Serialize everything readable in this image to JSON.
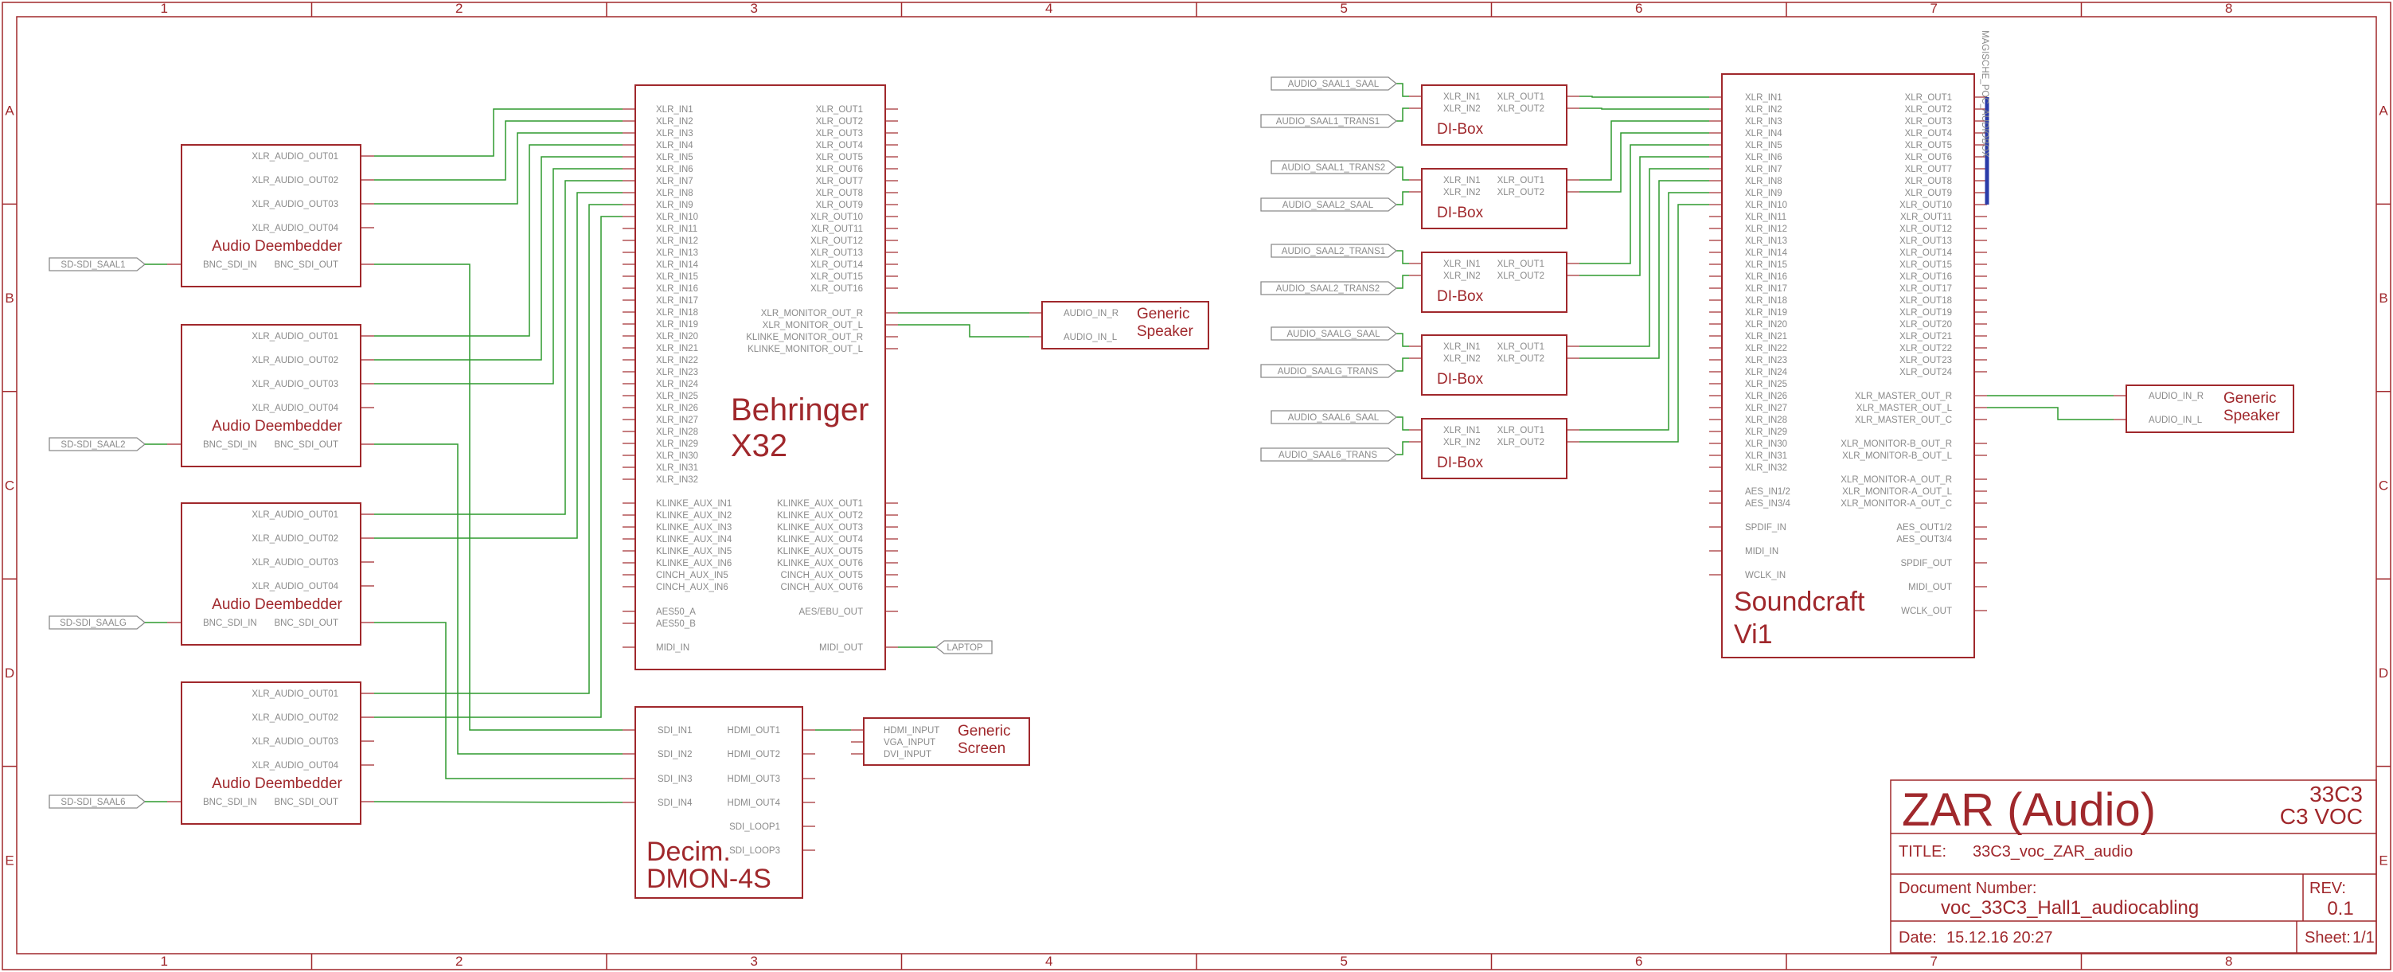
{
  "zones": {
    "columns": [
      "1",
      "2",
      "3",
      "4",
      "5",
      "6",
      "7",
      "8"
    ],
    "rows": [
      "A",
      "B",
      "C",
      "D",
      "E"
    ]
  },
  "embedders": [
    {
      "title": "Audio Deembedder",
      "outputs": [
        "XLR_AUDIO_OUT01",
        "XLR_AUDIO_OUT02",
        "XLR_AUDIO_OUT03",
        "XLR_AUDIO_OUT04"
      ],
      "in_pin": "BNC_SDI_IN",
      "out_pin": "BNC_SDI_OUT",
      "source": "SD-SDI_SAAL1"
    },
    {
      "title": "Audio Deembedder",
      "outputs": [
        "XLR_AUDIO_OUT01",
        "XLR_AUDIO_OUT02",
        "XLR_AUDIO_OUT03",
        "XLR_AUDIO_OUT04"
      ],
      "in_pin": "BNC_SDI_IN",
      "out_pin": "BNC_SDI_OUT",
      "source": "SD-SDI_SAAL2"
    },
    {
      "title": "Audio Deembedder",
      "outputs": [
        "XLR_AUDIO_OUT01",
        "XLR_AUDIO_OUT02",
        "XLR_AUDIO_OUT03",
        "XLR_AUDIO_OUT04"
      ],
      "in_pin": "BNC_SDI_IN",
      "out_pin": "BNC_SDI_OUT",
      "source": "SD-SDI_SAALG"
    },
    {
      "title": "Audio Deembedder",
      "outputs": [
        "XLR_AUDIO_OUT01",
        "XLR_AUDIO_OUT02",
        "XLR_AUDIO_OUT03",
        "XLR_AUDIO_OUT04"
      ],
      "in_pin": "BNC_SDI_IN",
      "out_pin": "BNC_SDI_OUT",
      "source": "SD-SDI_SAAL6"
    }
  ],
  "x32": {
    "title1": "Behringer",
    "title2": "X32",
    "inputs": [
      "XLR_IN1",
      "XLR_IN2",
      "XLR_IN3",
      "XLR_IN4",
      "XLR_IN5",
      "XLR_IN6",
      "XLR_IN7",
      "XLR_IN8",
      "XLR_IN9",
      "XLR_IN10",
      "XLR_IN11",
      "XLR_IN12",
      "XLR_IN13",
      "XLR_IN14",
      "XLR_IN15",
      "XLR_IN16",
      "XLR_IN17",
      "XLR_IN18",
      "XLR_IN19",
      "XLR_IN20",
      "XLR_IN21",
      "XLR_IN22",
      "XLR_IN23",
      "XLR_IN24",
      "XLR_IN25",
      "XLR_IN26",
      "XLR_IN27",
      "XLR_IN28",
      "XLR_IN29",
      "XLR_IN30",
      "XLR_IN31",
      "XLR_IN32"
    ],
    "outputs": [
      "XLR_OUT1",
      "XLR_OUT2",
      "XLR_OUT3",
      "XLR_OUT4",
      "XLR_OUT5",
      "XLR_OUT6",
      "XLR_OUT7",
      "XLR_OUT8",
      "XLR_OUT9",
      "XLR_OUT10",
      "XLR_OUT11",
      "XLR_OUT12",
      "XLR_OUT13",
      "XLR_OUT14",
      "XLR_OUT15",
      "XLR_OUT16"
    ],
    "monitor_outputs": [
      "XLR_MONITOR_OUT_R",
      "XLR_MONITOR_OUT_L",
      "KLINKE_MONITOR_OUT_R",
      "KLINKE_MONITOR_OUT_L"
    ],
    "aux_inputs": [
      "KLINKE_AUX_IN1",
      "KLINKE_AUX_IN2",
      "KLINKE_AUX_IN3",
      "KLINKE_AUX_IN4",
      "KLINKE_AUX_IN5",
      "KLINKE_AUX_IN6",
      "CINCH_AUX_IN5",
      "CINCH_AUX_IN6"
    ],
    "aux_outputs": [
      "KLINKE_AUX_OUT1",
      "KLINKE_AUX_OUT2",
      "KLINKE_AUX_OUT3",
      "KLINKE_AUX_OUT4",
      "KLINKE_AUX_OUT5",
      "KLINKE_AUX_OUT6",
      "CINCH_AUX_OUT5",
      "CINCH_AUX_OUT6"
    ],
    "aes_inputs": [
      "AES50_A",
      "AES50_B"
    ],
    "aes_output": "AES/EBU_OUT",
    "midi_in": "MIDI_IN",
    "midi_out": "MIDI_OUT",
    "laptop": "LAPTOP"
  },
  "speaker1": {
    "title1": "Generic",
    "title2": "Speaker",
    "pins": [
      "AUDIO_IN_R",
      "AUDIO_IN_L"
    ]
  },
  "screen": {
    "title1": "Generic",
    "title2": "Screen",
    "pins": [
      "HDMI_INPUT",
      "VGA_INPUT",
      "DVI_INPUT"
    ]
  },
  "dmon": {
    "title1": "Decim.",
    "title2": "DMON-4S",
    "inputs": [
      "SDI_IN1",
      "SDI_IN2",
      "SDI_IN3",
      "SDI_IN4"
    ],
    "outputs": [
      "HDMI_OUT1",
      "HDMI_OUT2",
      "HDMI_OUT3",
      "HDMI_OUT4",
      "SDI_LOOP1",
      "SDI_LOOP3"
    ]
  },
  "diboxes": [
    {
      "title": "DI-Box",
      "inputs": [
        "XLR_IN1",
        "XLR_IN2"
      ],
      "outputs": [
        "XLR_OUT1",
        "XLR_OUT2"
      ],
      "sources": [
        "AUDIO_SAAL1_SAAL",
        "AUDIO_SAAL1_TRANS1"
      ]
    },
    {
      "title": "DI-Box",
      "inputs": [
        "XLR_IN1",
        "XLR_IN2"
      ],
      "outputs": [
        "XLR_OUT1",
        "XLR_OUT2"
      ],
      "sources": [
        "AUDIO_SAAL1_TRANS2",
        "AUDIO_SAAL2_SAAL"
      ]
    },
    {
      "title": "DI-Box",
      "inputs": [
        "XLR_IN1",
        "XLR_IN2"
      ],
      "outputs": [
        "XLR_OUT1",
        "XLR_OUT2"
      ],
      "sources": [
        "AUDIO_SAAL2_TRANS1",
        "AUDIO_SAAL2_TRANS2"
      ]
    },
    {
      "title": "DI-Box",
      "inputs": [
        "XLR_IN1",
        "XLR_IN2"
      ],
      "outputs": [
        "XLR_OUT1",
        "XLR_OUT2"
      ],
      "sources": [
        "AUDIO_SAALG_SAAL",
        "AUDIO_SAALG_TRANS"
      ]
    },
    {
      "title": "DI-Box",
      "inputs": [
        "XLR_IN1",
        "XLR_IN2"
      ],
      "outputs": [
        "XLR_OUT1",
        "XLR_OUT2"
      ],
      "sources": [
        "AUDIO_SAAL6_SAAL",
        "AUDIO_SAAL6_TRANS"
      ]
    }
  ],
  "vi1": {
    "title1": "Soundcraft",
    "title2": "Vi1",
    "inputs": [
      "XLR_IN1",
      "XLR_IN2",
      "XLR_IN3",
      "XLR_IN4",
      "XLR_IN5",
      "XLR_IN6",
      "XLR_IN7",
      "XLR_IN8",
      "XLR_IN9",
      "XLR_IN10",
      "XLR_IN11",
      "XLR_IN12",
      "XLR_IN13",
      "XLR_IN14",
      "XLR_IN15",
      "XLR_IN16",
      "XLR_IN17",
      "XLR_IN18",
      "XLR_IN19",
      "XLR_IN20",
      "XLR_IN21",
      "XLR_IN22",
      "XLR_IN23",
      "XLR_IN24",
      "XLR_IN25",
      "XLR_IN26",
      "XLR_IN27",
      "XLR_IN28",
      "XLR_IN29",
      "XLR_IN30",
      "XLR_IN31",
      "XLR_IN32"
    ],
    "outputs": [
      "XLR_OUT1",
      "XLR_OUT2",
      "XLR_OUT3",
      "XLR_OUT4",
      "XLR_OUT5",
      "XLR_OUT6",
      "XLR_OUT7",
      "XLR_OUT8",
      "XLR_OUT9",
      "XLR_OUT10",
      "XLR_OUT11",
      "XLR_OUT12",
      "XLR_OUT13",
      "XLR_OUT14",
      "XLR_OUT15",
      "XLR_OUT16",
      "XLR_OUT17",
      "XLR_OUT18",
      "XLR_OUT19",
      "XLR_OUT20",
      "XLR_OUT21",
      "XLR_OUT22",
      "XLR_OUT23",
      "XLR_OUT24"
    ],
    "master_outputs": [
      "XLR_MASTER_OUT_R",
      "XLR_MASTER_OUT_L",
      "XLR_MASTER_OUT_C"
    ],
    "monitor_outputs": [
      "XLR_MONITOR-B_OUT_R",
      "XLR_MONITOR-B_OUT_L",
      "XLR_MONITOR-A_OUT_R",
      "XLR_MONITOR-A_OUT_L",
      "XLR_MONITOR-A_OUT_C"
    ],
    "aes_inputs": [
      "AES_IN1/2",
      "AES_IN3/4"
    ],
    "aes_outputs": [
      "AES_OUT1/2",
      "AES_OUT3/4"
    ],
    "spdif_in": "SPDIF_IN",
    "spdif_out": "SPDIF_OUT",
    "midi_in": "MIDI_IN",
    "midi_out": "MIDI_OUT",
    "wclk_in": "WCLK_IN",
    "wclk_out": "WCLK_OUT",
    "bus_label": "MAGISCHE_POC_AUDIOBOX"
  },
  "speaker2": {
    "title1": "Generic",
    "title2": "Speaker",
    "pins": [
      "AUDIO_IN_R",
      "AUDIO_IN_L"
    ]
  },
  "title_block": {
    "main": "ZAR (Audio)",
    "event1": "33C3",
    "event2": "C3 VOC",
    "title_label": "TITLE:",
    "title_value": "33C3_voc_ZAR_audio",
    "docnum_label": "Document Number:",
    "docnum_value": "voc_33C3_Hall1_audiocabling",
    "rev_label": "REV:",
    "rev_value": "0.1",
    "date_label": "Date:",
    "date_value": "15.12.16 20:27",
    "sheet_label": "Sheet:",
    "sheet_value": "1/1"
  }
}
